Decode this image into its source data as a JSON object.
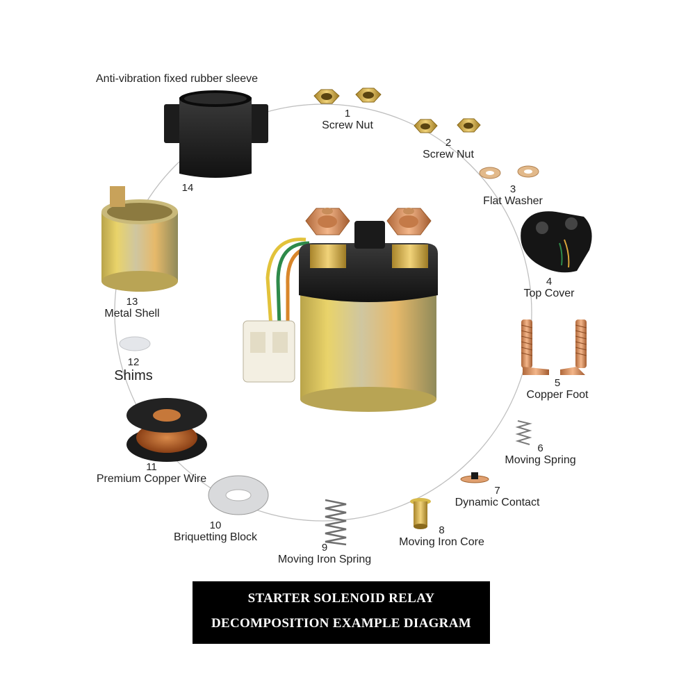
{
  "top_label": "Anti-vibration fixed rubber sleeve",
  "parts": [
    {
      "number": "1",
      "name": "Screw Nut"
    },
    {
      "number": "2",
      "name": "Screw Nut"
    },
    {
      "number": "3",
      "name": "Flat Washer"
    },
    {
      "number": "4",
      "name": "Top Cover"
    },
    {
      "number": "5",
      "name": "Copper Foot"
    },
    {
      "number": "6",
      "name": "Moving Spring"
    },
    {
      "number": "7",
      "name": "Dynamic Contact"
    },
    {
      "number": "8",
      "name": "Moving Iron Core"
    },
    {
      "number": "9",
      "name": "Moving Iron Spring"
    },
    {
      "number": "10",
      "name": "Briquetting Block"
    },
    {
      "number": "11",
      "name": "Premium Copper Wire"
    },
    {
      "number": "12",
      "name": "Shims"
    },
    {
      "number": "13",
      "name": "Metal Shell"
    },
    {
      "number": "14",
      "name": ""
    }
  ],
  "banner": {
    "line1": "STARTER SOLENOID RELAY",
    "line2": "DECOMPOSITION EXAMPLE DIAGRAM"
  }
}
